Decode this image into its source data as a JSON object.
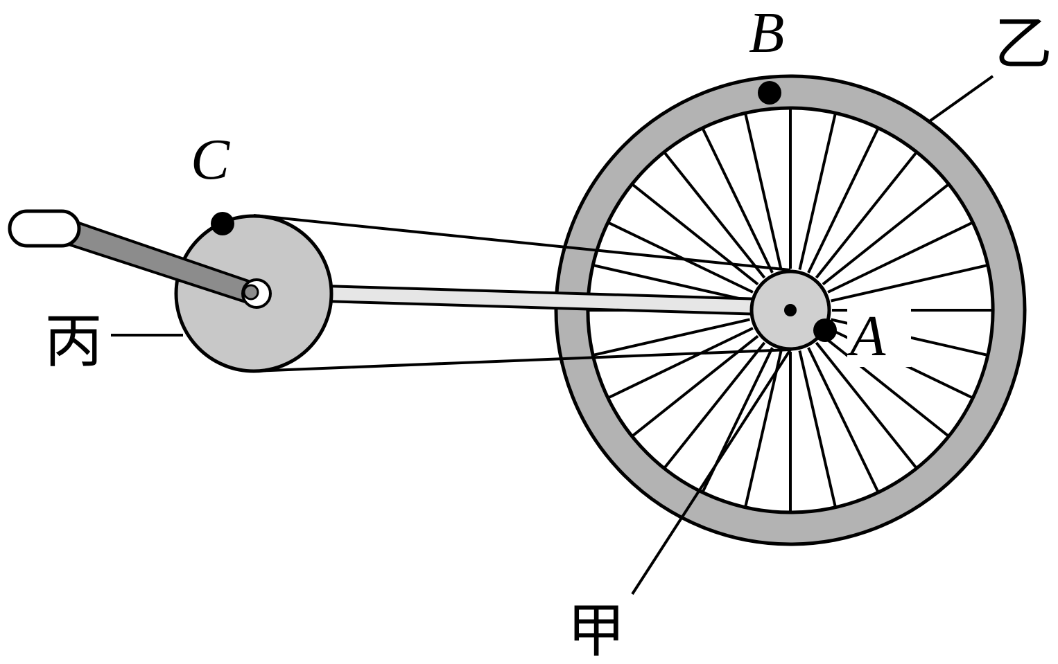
{
  "labels": {
    "point_a": "A",
    "point_b": "B",
    "point_c": "C",
    "gear_jia": "甲",
    "wheel_yi": "乙",
    "gear_bing": "丙"
  },
  "colors": {
    "stroke": "#000000",
    "tire": "#b3b3b3",
    "pedal_gear": "#c8c8c8",
    "hub": "#d0d0d0",
    "crank": "#8c8c8c",
    "shaft": "#e0e0e0",
    "background": "#ffffff"
  },
  "wheel": {
    "spoke_count": 28
  }
}
